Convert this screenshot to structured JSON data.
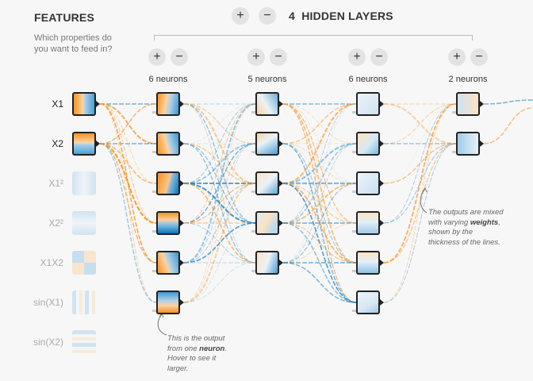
{
  "features": {
    "title": "FEATURES",
    "subtitle": "Which properties do you want to feed in?",
    "items": [
      {
        "label": "X1",
        "sub": "1",
        "active": true
      },
      {
        "label": "X2",
        "sub": "2",
        "active": true
      },
      {
        "label": "X1²",
        "active": false
      },
      {
        "label": "X2²",
        "active": false
      },
      {
        "label": "X1X2",
        "active": false
      },
      {
        "label": "sin(X1)",
        "active": false
      },
      {
        "label": "sin(X2)",
        "active": false
      }
    ]
  },
  "hidden": {
    "count": "4",
    "label": "HIDDEN LAYERS",
    "plus": "+",
    "minus": "−",
    "layers": [
      {
        "neurons": "6 neurons",
        "count": 6
      },
      {
        "neurons": "5 neurons",
        "count": 5
      },
      {
        "neurons": "6 neurons",
        "count": 6
      },
      {
        "neurons": "2 neurons",
        "count": 2
      }
    ]
  },
  "annotations": {
    "neuron_note": "This is the output from one neuron. Hover to see it larger.",
    "weights_note": "The outputs are mixed with varying weights, shown by the thickness of the lines."
  },
  "colors": {
    "orange": "#f59322",
    "blue": "#0877bd",
    "background": "#f7f7f7"
  }
}
